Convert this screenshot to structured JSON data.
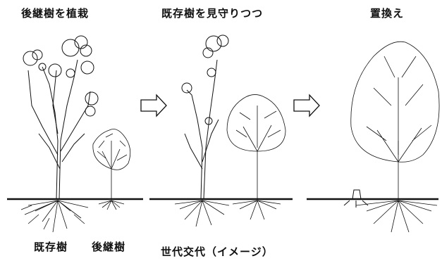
{
  "stages": [
    {
      "title": "後継樹を植栽"
    },
    {
      "title": "既存樹を見守りつつ"
    },
    {
      "title": "置換え"
    }
  ],
  "tree_labels": {
    "existing": "既存樹",
    "successor": "後継樹"
  },
  "caption": "世代交代（イメージ）",
  "arrow_icon": "outline-right-arrow-icon",
  "colors": {
    "ink": "#111111",
    "background": "#ffffff"
  }
}
